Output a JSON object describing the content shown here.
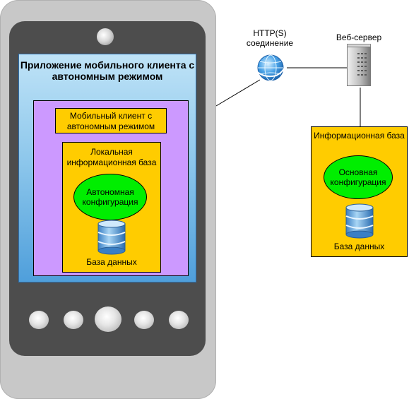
{
  "phone": {
    "app_title": "Приложение мобильного клиента с автономным режимом",
    "client_label": "Мобильный клиент с автономным режимом",
    "local_db_title": "Локальная информационная база",
    "offline_config": "Автономная конфигурация",
    "db_label": "База данных"
  },
  "connection": {
    "label": "HTTP(S) соединение"
  },
  "server": {
    "label": "Веб-сервер",
    "info_base_title": "Информационная база",
    "main_config": "Основная конфигурация",
    "db_label": "База данных"
  },
  "icons": {
    "globe": "globe-icon",
    "server": "server-icon",
    "database": "database-icon"
  },
  "colors": {
    "orange_box": "#ffcc00",
    "purple_box": "#cc99ff",
    "green_ellipse": "#00ee00",
    "screen_blue": "#4f9fdb"
  }
}
